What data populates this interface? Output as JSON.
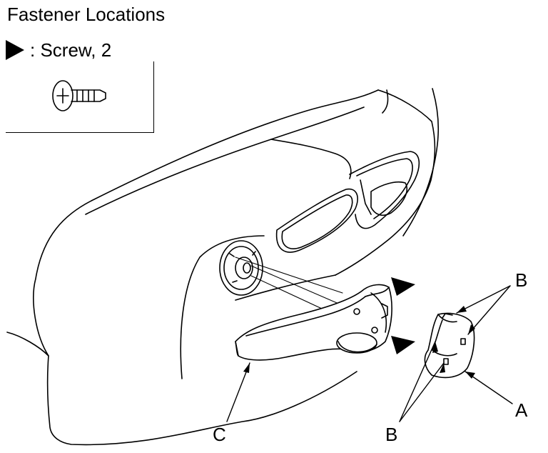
{
  "title": "Fastener Locations",
  "legend": {
    "symbol": "black-triangle-icon",
    "text": ": Screw, 2"
  },
  "callouts": {
    "a": "A",
    "b_upper": "B",
    "b_lower": "B",
    "c": "C"
  },
  "colors": {
    "ink": "#000000",
    "paper": "#ffffff"
  }
}
